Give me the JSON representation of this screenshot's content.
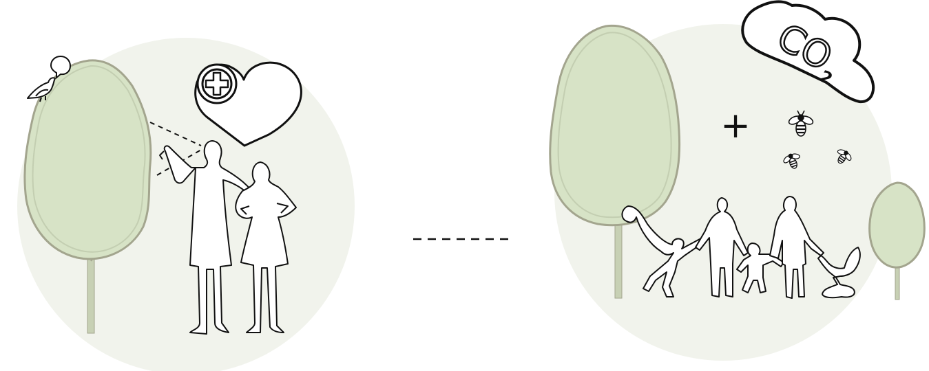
{
  "colors": {
    "background": "#ffffff",
    "circle_fill": "#f1f3ec",
    "tree_fill": "#d7e3c6",
    "tree_outline": "#a3a58e",
    "trunk": "#c7d0b4",
    "line_art": "#111111"
  },
  "left_scene": {
    "icons": [
      "bird-icon",
      "speech-bubble-icon",
      "heart-with-plus-icon"
    ],
    "figures": [
      "pointing-man-figure",
      "woman-figure"
    ]
  },
  "connector": {
    "style": "dashed-line"
  },
  "right_scene": {
    "cloud_label": {
      "main": "CO",
      "subscript": "2"
    },
    "plus_symbol": "+",
    "icons": [
      "co2-cloud-icon",
      "plus-icon",
      "bee-icon",
      "bee-icon",
      "bee-icon"
    ],
    "figures": [
      "running-child-figure",
      "father-figure",
      "toddler-figure",
      "mother-figure",
      "stroller-figure"
    ]
  }
}
